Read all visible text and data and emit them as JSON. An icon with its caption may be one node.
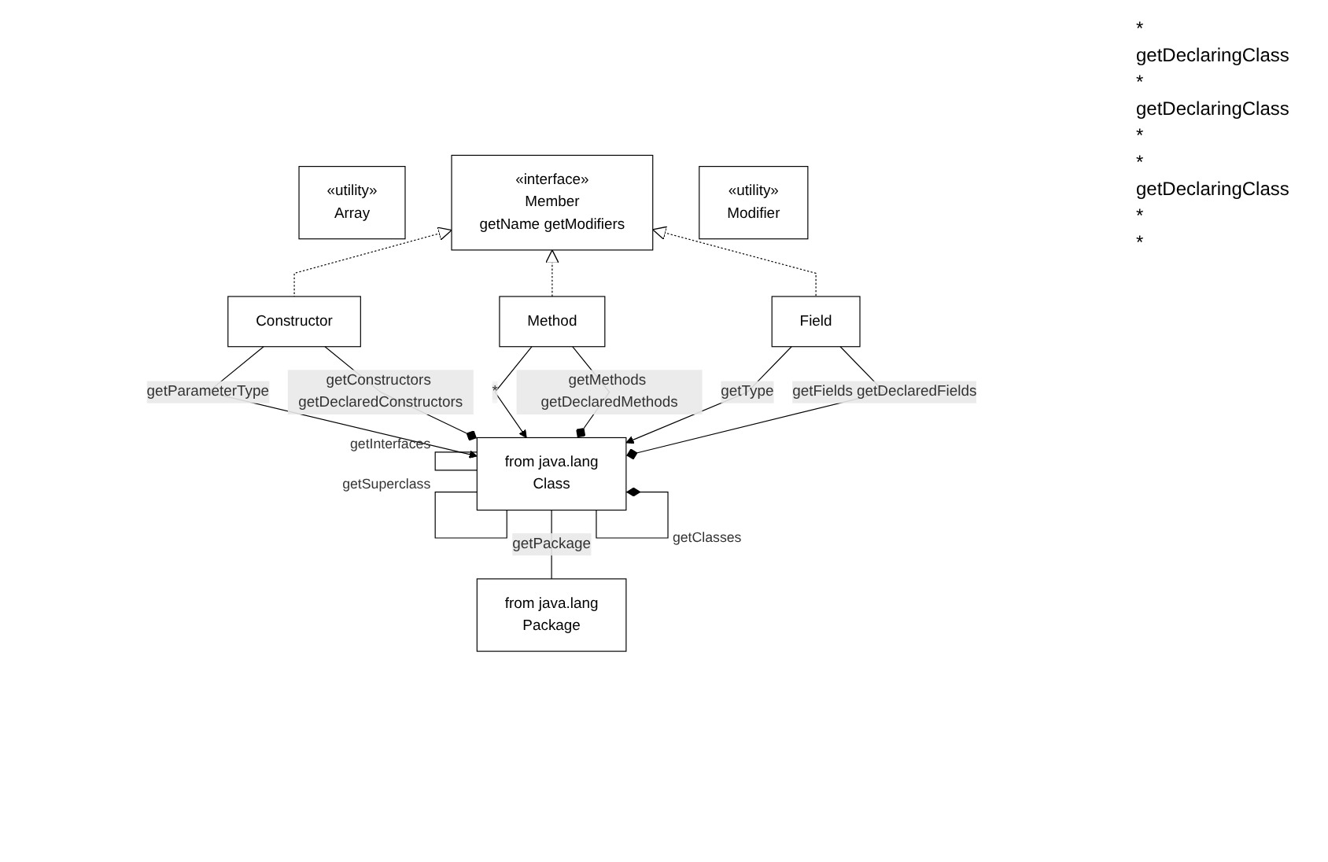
{
  "diagram": {
    "nodes": [
      {
        "text": [
          "«utility»",
          "Array"
        ]
      },
      {
        "text": [
          "«interface»",
          "Member",
          "getName getModifiers"
        ]
      },
      {
        "text": [
          "«utility»",
          "Modifier"
        ]
      },
      {
        "text": [
          "Constructor"
        ]
      },
      {
        "text": [
          "Method"
        ]
      },
      {
        "text": [
          "Field"
        ]
      },
      {
        "text": [
          "from java.lang",
          "Class"
        ]
      },
      {
        "text": [
          "from java.lang",
          "Package"
        ]
      }
    ],
    "edges": [
      {
        "from": 3,
        "to": 1,
        "arrow": "to",
        "style": "dashed"
      },
      {
        "from": 4,
        "to": 1,
        "arrow": "to",
        "style": "dashed"
      },
      {
        "from": 5,
        "to": 1,
        "arrow": "to",
        "style": "dashed"
      },
      {
        "from": 3,
        "to": 6,
        "arrow": "to",
        "label": "getParameterType"
      },
      {
        "from": 4,
        "to": 6,
        "arrow": "to",
        "label": "*"
      },
      {
        "from": 3,
        "to": 6,
        "arrow": "other",
        "label": "getConstructors getDeclaredConstructors"
      },
      {
        "from": 4,
        "to": 6,
        "arrow": "other",
        "label": "getMethods getDeclaredMethods"
      },
      {
        "from": 5,
        "to": 6,
        "arrow": "to",
        "label": "getType"
      },
      {
        "from": 5,
        "to": 6,
        "arrow": "other",
        "label": "getFields getDeclaredFields"
      },
      {
        "from": 6,
        "to": 6,
        "arrow": "none",
        "label": "getInterfaces"
      },
      {
        "from": 6,
        "to": 6,
        "arrow": "none",
        "label": "getSuperclass"
      },
      {
        "from": 6,
        "to": 6,
        "arrow": "other",
        "label": "getClasses"
      },
      {
        "from": 6,
        "to": 7,
        "arrow": "none",
        "label": "getPackage"
      }
    ],
    "labels": [
      "*",
      "getDeclaringClass",
      "*",
      "getDeclaringClass",
      "*",
      "*",
      "getDeclaringClass",
      "*",
      "*"
    ]
  }
}
